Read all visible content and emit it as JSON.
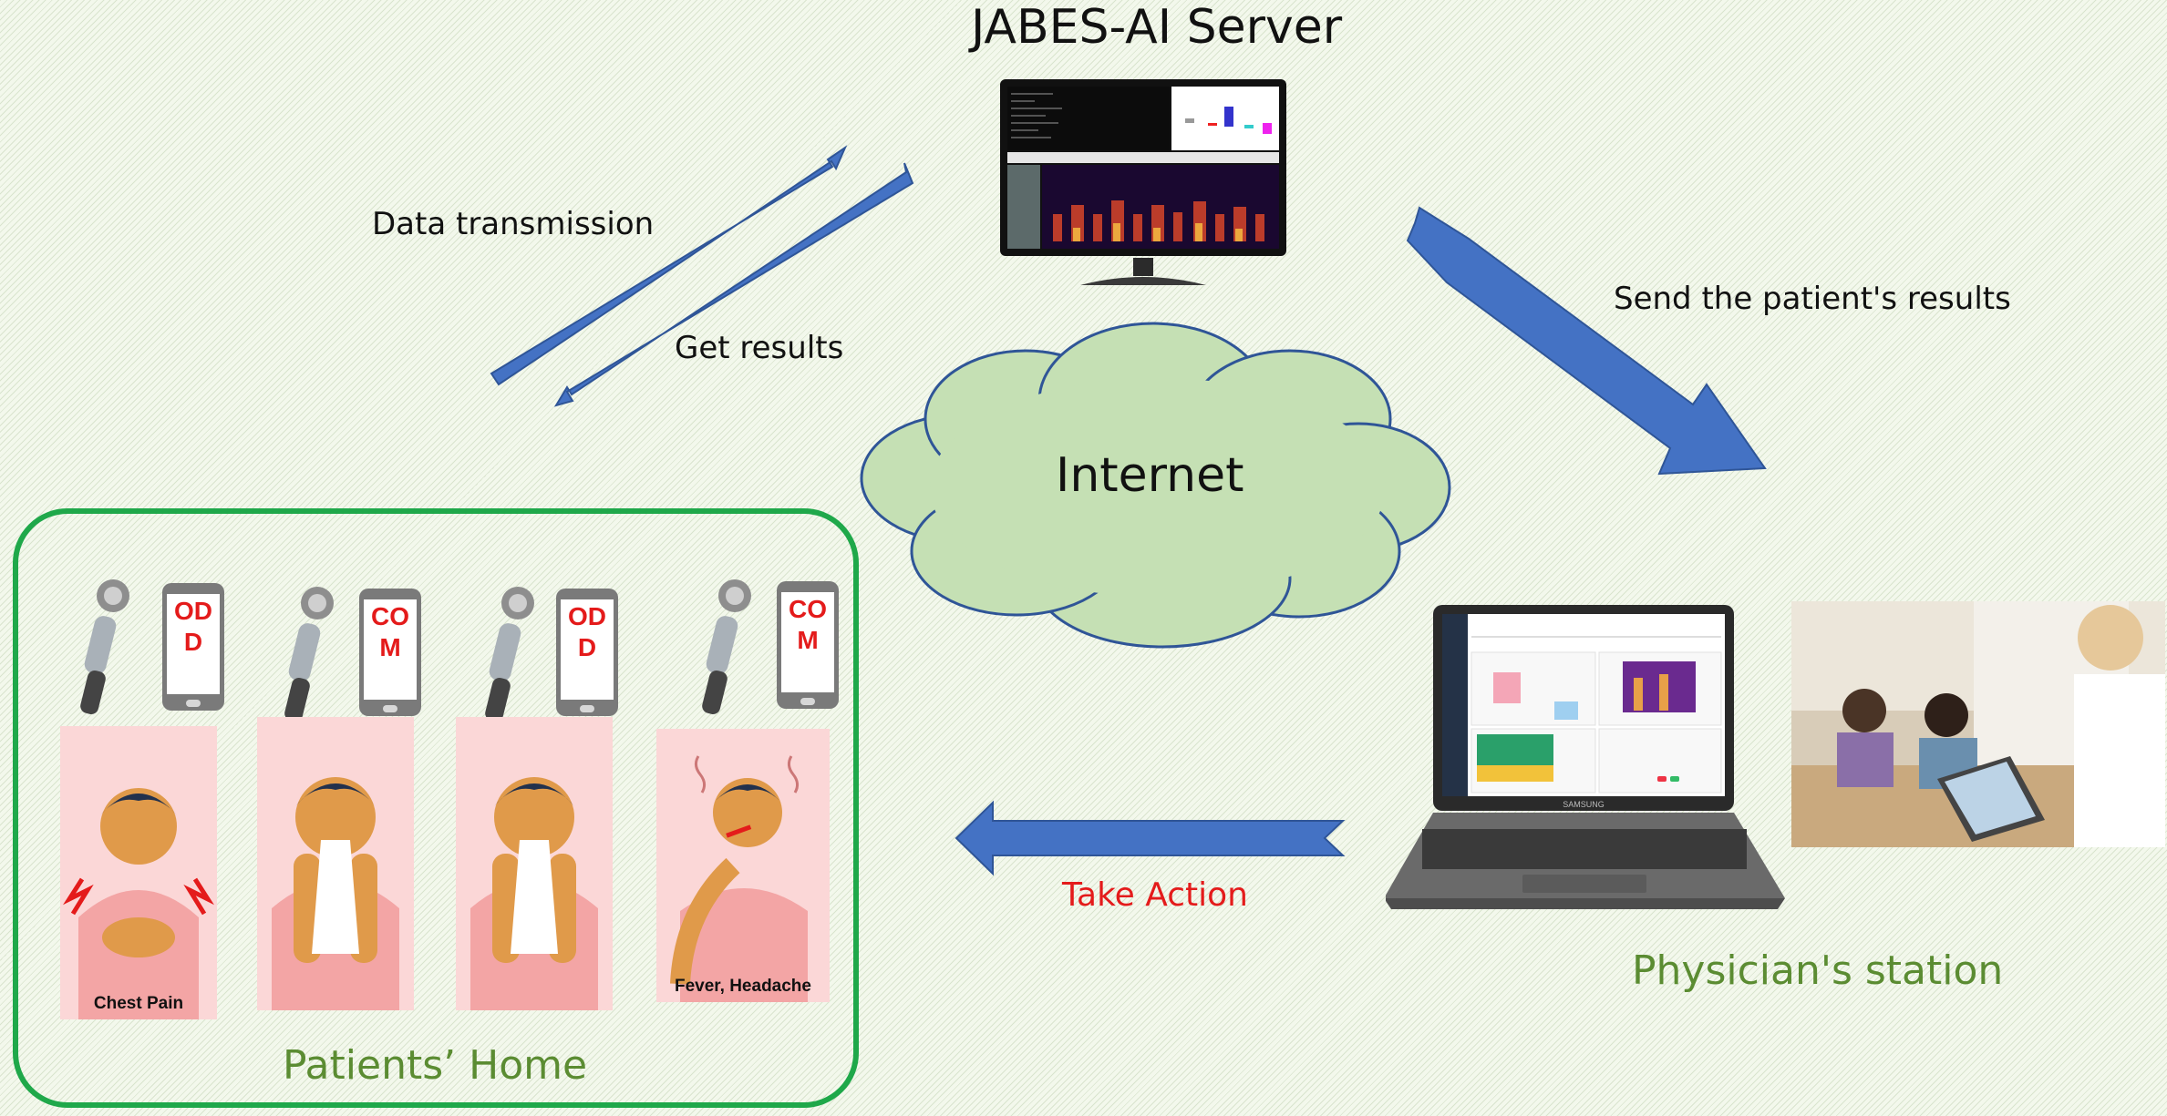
{
  "server": {
    "title": "JABES-AI Server"
  },
  "cloud": {
    "label": "Internet"
  },
  "arrows": {
    "data_transmission": "Data transmission",
    "get_results": "Get results",
    "send_results": "Send the patient's results",
    "take_action": "Take Action"
  },
  "physician": {
    "label": "Physician's station",
    "laptop_brand": "SAMSUNG"
  },
  "home": {
    "label": "Patients’ Home",
    "patients": [
      {
        "app": "ODD",
        "caption": "Chest Pain"
      },
      {
        "app": "COM",
        "caption": ""
      },
      {
        "app": "ODD",
        "caption": ""
      },
      {
        "app": "COM",
        "caption": "Fever, Headache"
      }
    ]
  },
  "colors": {
    "arrow_blue": "#4472c4",
    "cloud_fill": "#c5e0b4",
    "home_border": "#1fa84a",
    "label_green": "#5b8c32",
    "action_red": "#e41b1b"
  }
}
